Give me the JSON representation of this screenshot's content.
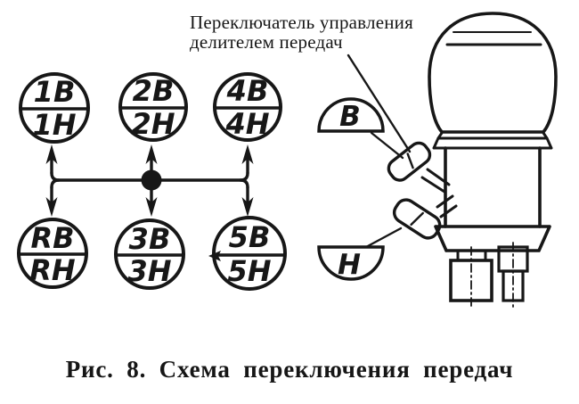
{
  "annotation": {
    "line1": "Переключатель управления",
    "line2": "делителем передач"
  },
  "caption": "Рис. 8. Схема переключения передач",
  "shift_pattern": {
    "positions": [
      {
        "id": "gear-1",
        "top": "1В",
        "bottom": "1Н"
      },
      {
        "id": "gear-2",
        "top": "2В",
        "bottom": "2Н"
      },
      {
        "id": "gear-4",
        "top": "4В",
        "bottom": "4Н"
      },
      {
        "id": "gear-R",
        "top": "RВ",
        "bottom": "RН"
      },
      {
        "id": "gear-3",
        "top": "3В",
        "bottom": "3Н"
      },
      {
        "id": "gear-5",
        "top": "5В",
        "bottom": "5Н"
      }
    ]
  },
  "splitter_switch": {
    "high": "В",
    "low": "Н"
  },
  "colors": {
    "ink": "#171717",
    "paper": "#ffffff"
  }
}
